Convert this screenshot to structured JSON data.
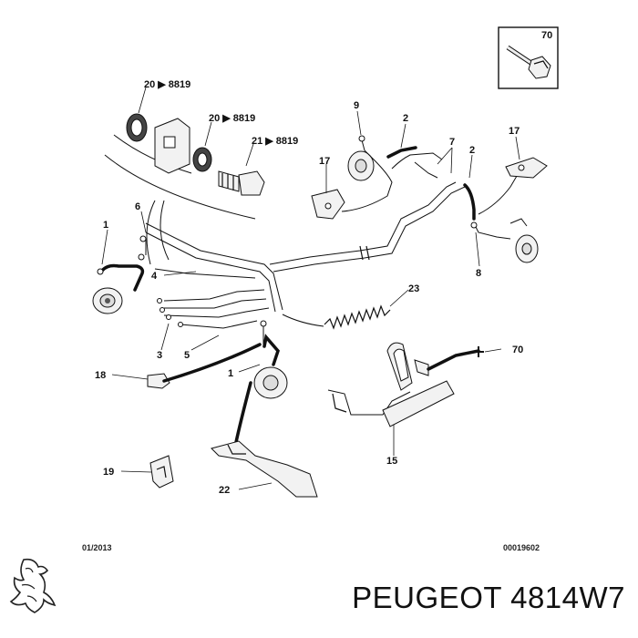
{
  "diagram": {
    "labels": {
      "l70_box": "70",
      "l20a": "20 ▶ 8819",
      "l20b": "20 ▶ 8819",
      "l21": "21 ▶ 8819",
      "l9": "9",
      "l2a": "2",
      "l7": "7",
      "l2b": "2",
      "l17a": "17",
      "l17b": "17",
      "l1a": "1",
      "l6": "6",
      "l4": "4",
      "l8": "8",
      "l23": "23",
      "l3": "3",
      "l5": "5",
      "l70b": "70",
      "l18": "18",
      "l1b": "1",
      "l15": "15",
      "l19": "19",
      "l22": "22"
    },
    "date_code": "01/2013",
    "doc_code": "00019602"
  },
  "brand": {
    "logo": "peugeot-lion-logo",
    "caption": "PEUGEOT 4814W7"
  }
}
